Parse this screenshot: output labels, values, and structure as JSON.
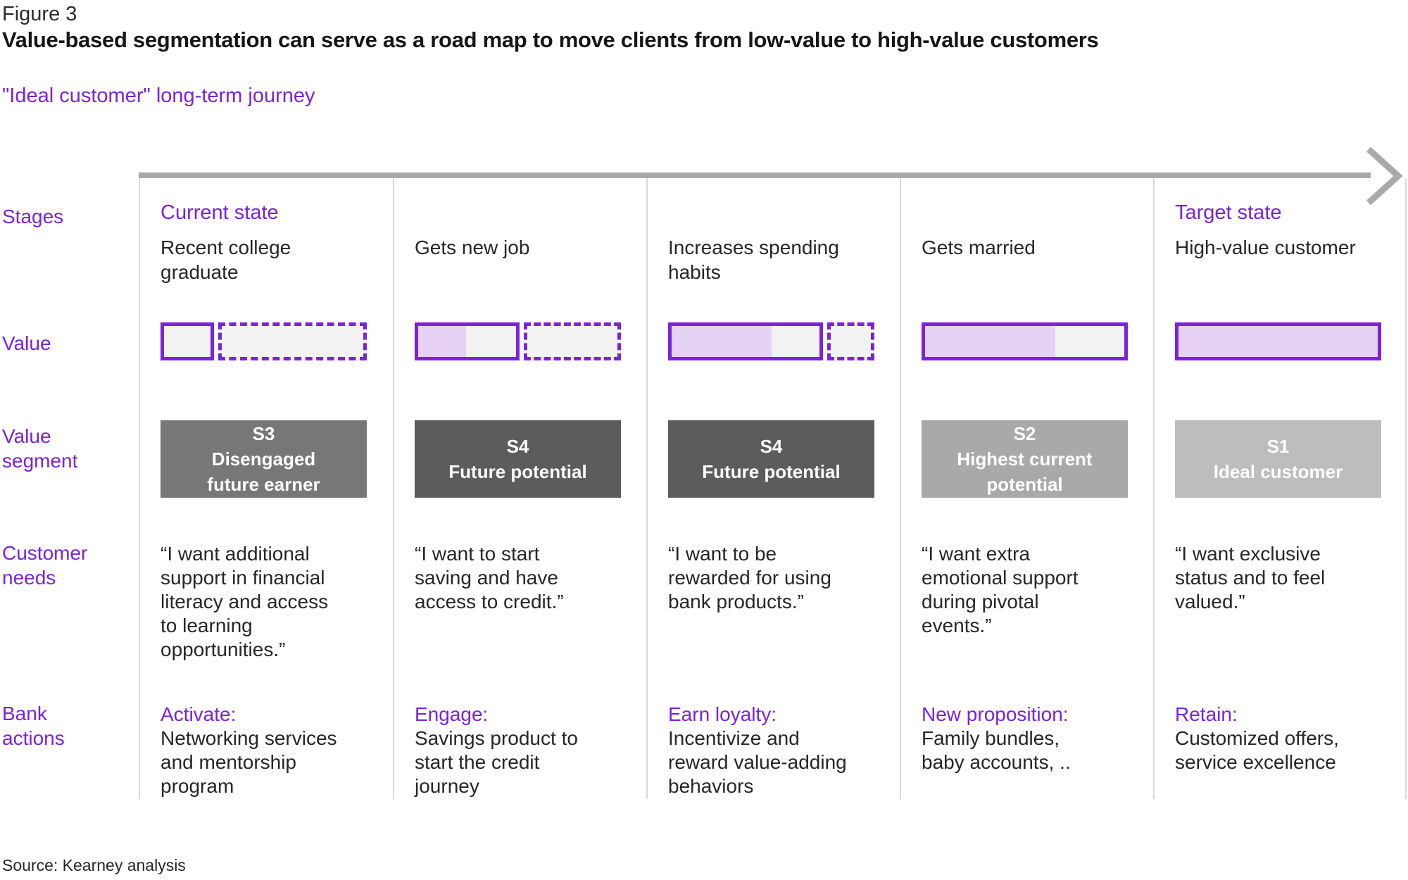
{
  "figure_label": "Figure 3",
  "title": "Value-based segmentation can serve as a road map to move clients from low-value to high-value customers",
  "journey_title": "\"Ideal customer\" long-term journey",
  "source": "Source: Kearney analysis",
  "icons": {
    "timeline_arrow": "right-arrow-icon"
  },
  "colors": {
    "purple": "#7823dc",
    "bar_border_purple": "#7b23d9",
    "bar_fill_purple": "#e5d2f4",
    "bar_gray": "#f3f2f3",
    "arrow_gray": "#a9a9a9",
    "divider_gray": "#d9d9d9"
  },
  "row_labels": {
    "stages": "Stages",
    "value": "Value",
    "value_segment": "Value\nsegment",
    "customer_needs": "Customer\nneeds",
    "bank_actions": "Bank\nactions"
  },
  "columns": [
    {
      "stage_header": "Current state",
      "stage_label": "Recent college\ngraduate",
      "value_bar": {
        "solid_pct": 26,
        "fill_pct": 0,
        "dashed": true
      },
      "segment": {
        "label": "S3\nDisengaged\nfuture earner",
        "bg": "#777777"
      },
      "need": "“I want additional\nsupport in financial\nliteracy and access\nto learning\nopportunities.”",
      "action_label": "Activate:",
      "action_text": "Networking services\nand mentorship\nprogram"
    },
    {
      "stage_header": "",
      "stage_label": "Gets new job",
      "value_bar": {
        "solid_pct": 51,
        "fill_pct": 25,
        "dashed": true
      },
      "segment": {
        "label": "S4\nFuture potential",
        "bg": "#5c5c5c"
      },
      "need": "“I want to start\nsaving and have\naccess to credit.”",
      "action_label": "Engage:",
      "action_text": "Savings product to\nstart the credit\njourney"
    },
    {
      "stage_header": "",
      "stage_label": "Increases spending\nhabits",
      "value_bar": {
        "solid_pct": 75,
        "fill_pct": 50,
        "dashed": true
      },
      "segment": {
        "label": "S4\nFuture potential",
        "bg": "#5c5c5c"
      },
      "need": "“I want to be\nrewarded for using\nbank products.”",
      "action_label": "Earn loyalty:",
      "action_text": "Incentivize and\nreward value-adding\nbehaviors"
    },
    {
      "stage_header": "",
      "stage_label": "Gets married",
      "value_bar": {
        "solid_pct": 100,
        "fill_pct": 65,
        "dashed": false
      },
      "segment": {
        "label": "S2\nHighest current\npotential",
        "bg": "#a9a9a9"
      },
      "need": "“I want extra\nemotional support\nduring pivotal\nevents.”",
      "action_label": "New proposition:",
      "action_text": "Family bundles,\nbaby accounts, .."
    },
    {
      "stage_header": "Target state",
      "stage_label": "High-value customer",
      "value_bar": {
        "solid_pct": 100,
        "fill_pct": 100,
        "dashed": false
      },
      "segment": {
        "label": "S1\nIdeal customer",
        "bg": "#bdbdbd"
      },
      "need": "“I want exclusive\nstatus and to feel\nvalued.”",
      "action_label": "Retain:",
      "action_text": "Customized offers,\nservice excellence"
    }
  ],
  "layout": {
    "column_lefts": [
      197,
      558,
      918,
      1278,
      1638
    ],
    "divider_xs": [
      197,
      558,
      918,
      1278,
      1638,
      1996
    ]
  }
}
